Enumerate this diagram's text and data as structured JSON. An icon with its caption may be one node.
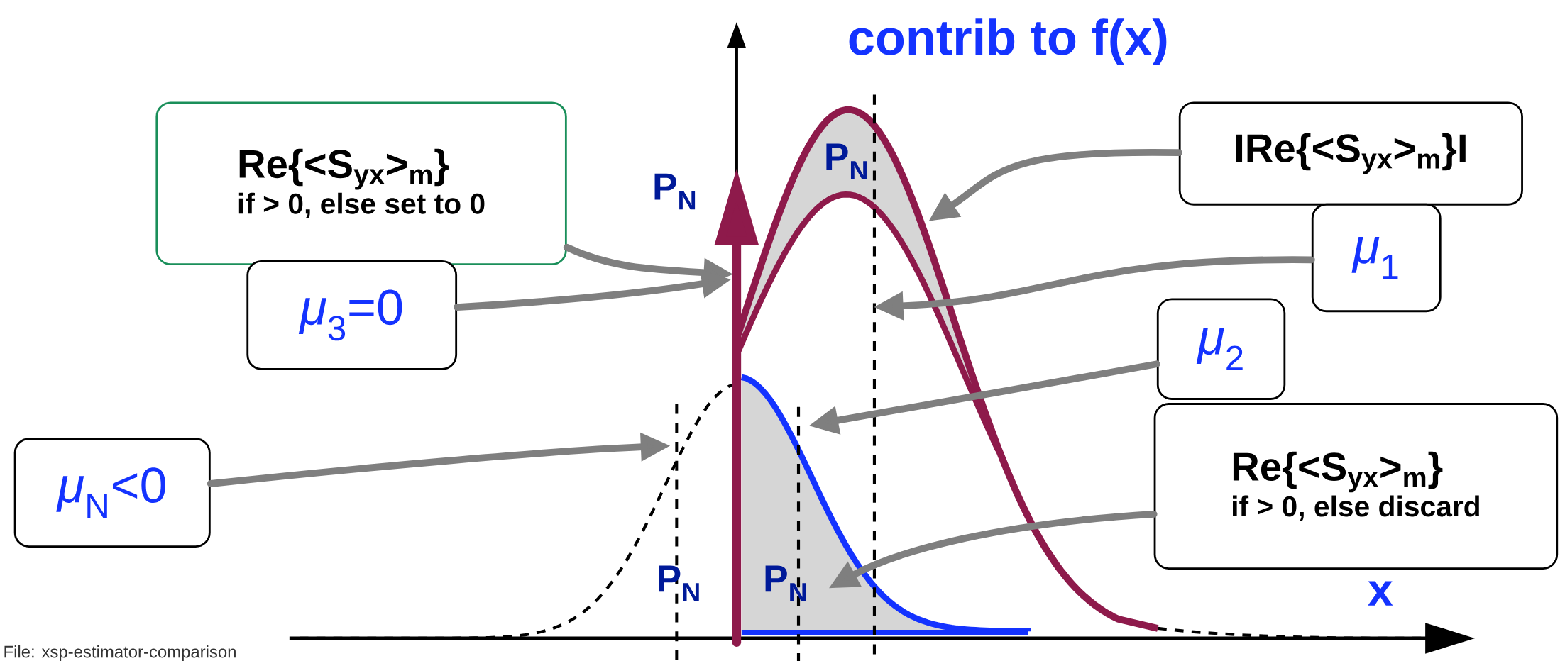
{
  "diagram": {
    "nodes": [
      {
        "text": [
          "Re{<S$_{yx}$>$_{m}$}",
          "if > 0, else set to 0"
        ]
      },
      {
        "text": [
          "IRe{<S$_{yx}$>$_{m}$}I"
        ]
      },
      {
        "text": [
          "*μ*$_{1}$"
        ]
      },
      {
        "text": [
          "*μ*$_{3}$=0"
        ]
      },
      {
        "text": [
          "*μ*$_{2}$"
        ]
      },
      {
        "text": [
          "*μ*$_{N}$<0"
        ]
      },
      {
        "text": [
          "Re{<S$_{yx}$>$_{m}$}",
          "if > 0, else discard"
        ]
      }
    ],
    "edges": [
      {
        "from": 0,
        "to": null,
        "arrow": "to"
      },
      {
        "from": 3,
        "to": null,
        "arrow": "to"
      },
      {
        "from": 1,
        "to": null,
        "arrow": "to"
      },
      {
        "from": 2,
        "to": null,
        "arrow": "to"
      },
      {
        "from": 4,
        "to": null,
        "arrow": "to"
      },
      {
        "from": 5,
        "to": null,
        "arrow": "to"
      },
      {
        "from": 6,
        "to": null,
        "arrow": "to"
      }
    ],
    "labels": [
      "contrib to f(x)",
      "P$_{N}$",
      "P$_{N}$",
      "P$_{N}$",
      "P$_{N}$",
      "x",
      "File: xsp-estimator-comparison"
    ]
  }
}
